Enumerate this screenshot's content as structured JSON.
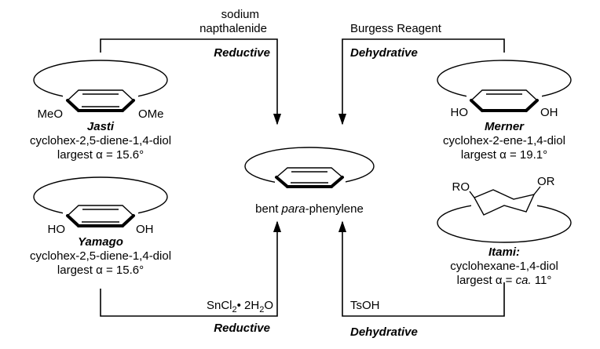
{
  "reagents": {
    "top_left_line1": "sodium",
    "top_left_line2": "napthalenide",
    "top_right": "Burgess Reagent",
    "bottom_left_main": "SnCl",
    "bottom_left_sub1": "2",
    "bottom_left_mid": "• 2H",
    "bottom_left_sub2": "2",
    "bottom_left_end": "O",
    "bottom_right": "TsOH"
  },
  "methods": {
    "top_left": "Reductive",
    "top_right": "Dehydrative",
    "bottom_left": "Reductive",
    "bottom_right": "Dehydrative"
  },
  "center": {
    "label_pre": "bent ",
    "label_italic": "para",
    "label_post": "-phenylene"
  },
  "jasti": {
    "sub_left": "MeO",
    "sub_right": "OMe",
    "name": "Jasti",
    "line1": "cyclohex-2,5-diene-1,4-diol",
    "line2": "largest α = 15.6°"
  },
  "yamago": {
    "sub_left": "HO",
    "sub_right": "OH",
    "name": "Yamago",
    "line1": "cyclohex-2,5-diene-1,4-diol",
    "line2": "largest α = 15.6°"
  },
  "merner": {
    "sub_left": "HO",
    "sub_right": "OH",
    "name": "Merner",
    "line1": "cyclohex-2-ene-1,4-diol",
    "line2": "largest α = 19.1°"
  },
  "itami": {
    "sub_left": "RO",
    "sub_right": "OR",
    "name": "Itami:",
    "line1": "cyclohexane-1,4-diol",
    "line2_pre": "largest α = ",
    "line2_italic": "ca.",
    "line2_post": " 11°"
  }
}
